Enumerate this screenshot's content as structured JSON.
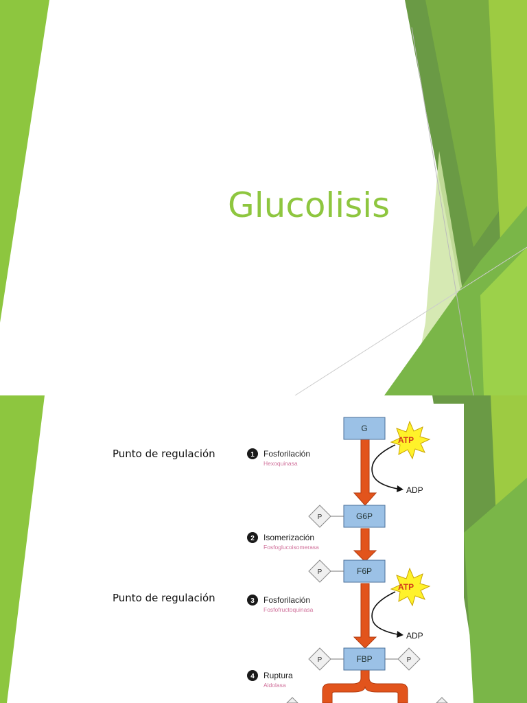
{
  "slide1": {
    "title": "Glucolisis"
  },
  "slide2": {
    "regulation_labels": [
      "Punto de regulación",
      "Punto de regulación"
    ],
    "diagram": {
      "metabolites": [
        "G",
        "G6P",
        "F6P",
        "FBP"
      ],
      "phosphate_label": "P",
      "cofactors": {
        "atp": "ATP",
        "adp": "ADP"
      },
      "steps": [
        {
          "number": "1",
          "name": "Fosforilación",
          "enzyme": "Hexoquinasa"
        },
        {
          "number": "2",
          "name": "Isomerización",
          "enzyme": "Fosfoglucoisomerasa"
        },
        {
          "number": "3",
          "name": "Fosforilación",
          "enzyme": "Fosfofructoquinasa"
        },
        {
          "number": "4",
          "name": "Ruptura",
          "enzyme": "Aldolasa"
        }
      ]
    }
  },
  "colors": {
    "accent_green": "#8ec63f",
    "arrow_orange": "#e2541c",
    "box_blue": "#9bc1e6",
    "atp_yellow": "#fff22a",
    "enzyme_pink": "#d0709a"
  }
}
